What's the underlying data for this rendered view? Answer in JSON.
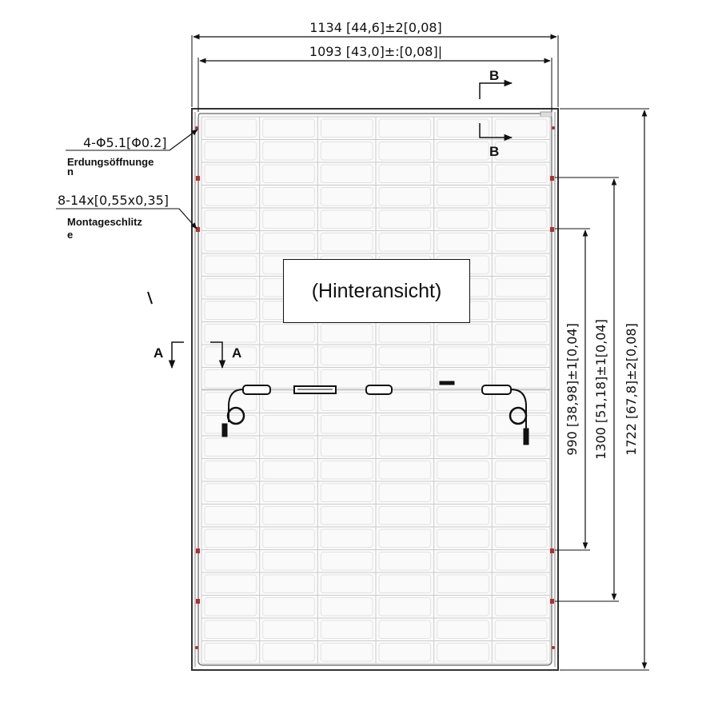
{
  "dimensions": {
    "overall_width": "1134 [44,6]±2[0,08]",
    "inner_width": "1093 [43,0]±:[0,08]|",
    "hole_distance_990": "990 [38,98]±1[0,04]",
    "hole_distance_1300": "1300 [51,18]±1[0,04]",
    "overall_height": "1722 [67,8]±2[0,08]"
  },
  "callouts": {
    "grounding_holes_spec": "4-Φ5.1[Φ0.2]",
    "grounding_holes_label": "Erdungsöffnunge",
    "grounding_holes_label_wrap": "n",
    "mounting_slots_spec": "8-14x[0,55x0,35]",
    "mounting_slots_label": "Montageschlitz",
    "mounting_slots_label_wrap": "e"
  },
  "sections": {
    "a_left": "A",
    "a_right": "A",
    "b_top": "B",
    "b_bottom": "B"
  },
  "view_label": "(Hinteransicht)",
  "colors": {
    "line": "#111111",
    "frame": "#444444",
    "cell_grid": "#cccccc",
    "hole_red": "#b03030"
  }
}
